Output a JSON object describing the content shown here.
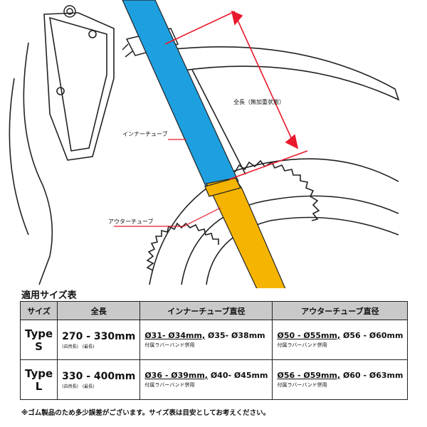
{
  "diagram": {
    "labels": {
      "overall_length": "全長（無加重状態）",
      "inner_tube": "インナーチューブ",
      "outer_tube": "アウターチューブ"
    },
    "colors": {
      "inner_tube": "#1ea0e0",
      "outer_tube": "#f5b400",
      "dimension_line": "#e8192c"
    }
  },
  "table": {
    "title": "適用サイズ表",
    "headers": [
      "サイズ",
      "全長",
      "インナーチューブ直径",
      "アウターチューブ直径"
    ],
    "rows": [
      {
        "type": "Type S",
        "length": "270 - 330mm",
        "length_sub_a": "(自然長)",
        "length_sub_b": "(最長)",
        "inner_a": "Ø31- Ø34mm,",
        "inner_b": "Ø35- Ø38mm",
        "inner_note": "付属ラバーバンド併用",
        "outer_a": "Ø50 - Ø55mm,",
        "outer_b": "Ø56 - Ø60mm",
        "outer_note": "付属ラバーバンド併用"
      },
      {
        "type": "Type L",
        "length": "330 - 400mm",
        "length_sub_a": "(自然長)",
        "length_sub_b": "(最長)",
        "inner_a": "Ø36 - Ø39mm,",
        "inner_b": "Ø40- Ø45mm",
        "inner_note": "付属ラバーバンド併用",
        "outer_a": "Ø56 - Ø59mm,",
        "outer_b": "Ø60 - Ø63mm",
        "outer_note": "付属ラバーバンド併用"
      }
    ]
  },
  "footnote": "※ゴム製品のため多少誤差がございます。サイズ表は目安としてお考えください。"
}
